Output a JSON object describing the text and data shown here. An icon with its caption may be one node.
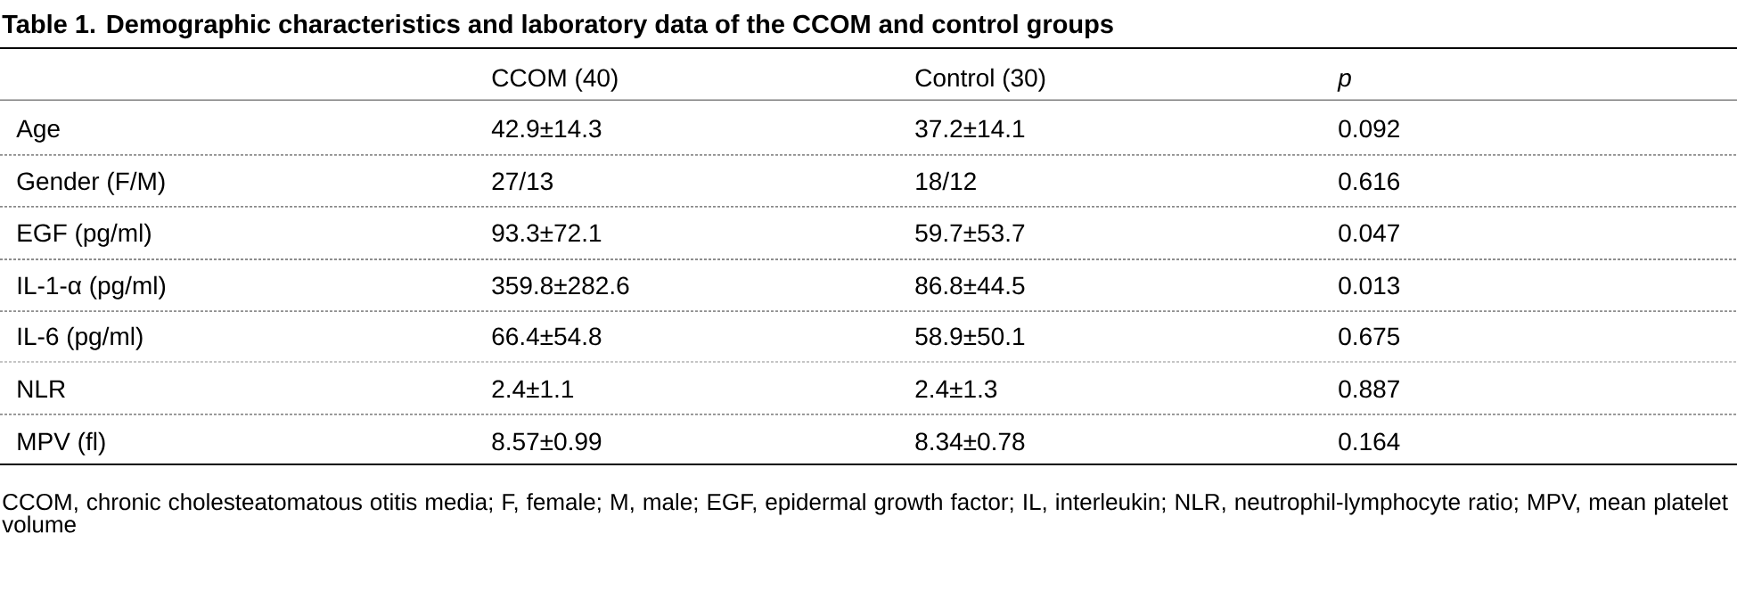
{
  "diagram": {
    "title": "Table 1. Demographic characteristics and laboratory data of the CCOM and control groups",
    "labels": [
      "CCOM (40)",
      "Control (30)",
      "p",
      "Age",
      "42.9±14.3",
      "37.2±14.1",
      "0.092",
      "Gender (F/M)",
      "27/13",
      "18/12",
      "0.616",
      "EGF (pg/ml)",
      "93.3±72.1",
      "59.7±53.7",
      "0.047",
      "IL-1-α (pg/ml)",
      "359.8±282.6",
      "86.8±44.5",
      "0.013",
      "IL-6 (pg/ml)",
      "66.4±54.8",
      "58.9±50.1",
      "0.675",
      "NLR",
      "2.4±1.1",
      "2.4±1.3",
      "0.887",
      "MPV (fl)",
      "8.57±0.99",
      "8.34±0.78",
      "0.164"
    ],
    "caption": "CCOM, chronic cholesteatomatous otitis media; F, female; M, male; EGF, epidermal growth factor; IL, interleukin; NLR, neutrophil-lymphocyte ratio; MPV, mean platelet volume"
  }
}
